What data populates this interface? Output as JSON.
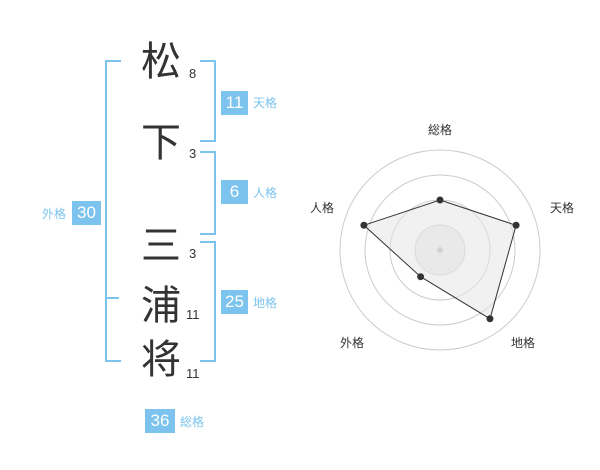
{
  "name": {
    "chars": [
      {
        "char": "松",
        "strokes": "8"
      },
      {
        "char": "下",
        "strokes": "3"
      },
      {
        "char": "三",
        "strokes": "3"
      },
      {
        "char": "浦",
        "strokes": "11"
      },
      {
        "char": "将",
        "strokes": "11"
      }
    ]
  },
  "fortunes": {
    "tenkaku": {
      "value": "11",
      "label": "天格"
    },
    "jinkaku": {
      "value": "6",
      "label": "人格"
    },
    "chikaku": {
      "value": "25",
      "label": "地格"
    },
    "gaikaku": {
      "value": "30",
      "label": "外格"
    },
    "soukaku": {
      "value": "36",
      "label": "総格"
    }
  },
  "colors": {
    "accent": "#7cc4ee",
    "text": "#333333",
    "ring": "#cccccc",
    "fill": "#f2f2f2"
  },
  "chart_data": {
    "type": "radar",
    "axes": [
      "総格",
      "天格",
      "地格",
      "外格",
      "人格"
    ],
    "values": [
      0.5,
      0.8,
      0.85,
      0.33,
      0.8
    ],
    "range": [
      0,
      1
    ],
    "rings": 4
  }
}
